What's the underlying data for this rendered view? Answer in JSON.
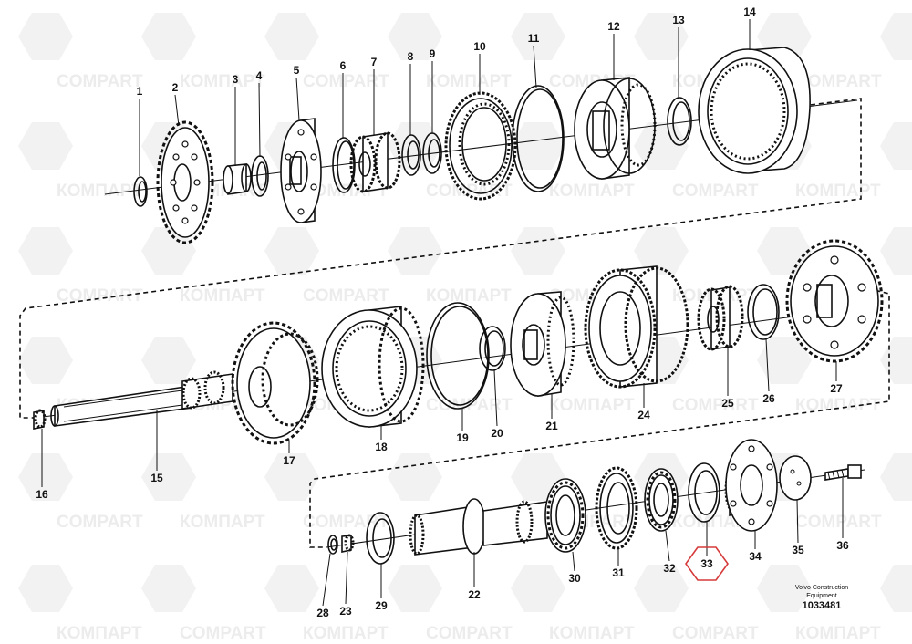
{
  "diagram": {
    "watermarks": [
      "COMPART",
      "КОМПАРТ"
    ],
    "caption": "Volvo Construction Equipment",
    "document_number": "1033481",
    "highlighted_part": "33",
    "parts": [
      {
        "id": "p1",
        "label": "1"
      },
      {
        "id": "p2",
        "label": "2"
      },
      {
        "id": "p3",
        "label": "3"
      },
      {
        "id": "p4",
        "label": "4"
      },
      {
        "id": "p5",
        "label": "5"
      },
      {
        "id": "p6",
        "label": "6"
      },
      {
        "id": "p7",
        "label": "7"
      },
      {
        "id": "p8",
        "label": "8"
      },
      {
        "id": "p9",
        "label": "9"
      },
      {
        "id": "p10",
        "label": "10"
      },
      {
        "id": "p11",
        "label": "11"
      },
      {
        "id": "p12",
        "label": "12"
      },
      {
        "id": "p13",
        "label": "13"
      },
      {
        "id": "p14",
        "label": "14"
      },
      {
        "id": "p15",
        "label": "15"
      },
      {
        "id": "p16",
        "label": "16"
      },
      {
        "id": "p17",
        "label": "17"
      },
      {
        "id": "p18",
        "label": "18"
      },
      {
        "id": "p19",
        "label": "19"
      },
      {
        "id": "p20",
        "label": "20"
      },
      {
        "id": "p21",
        "label": "21"
      },
      {
        "id": "p22",
        "label": "22"
      },
      {
        "id": "p23",
        "label": "23"
      },
      {
        "id": "p24",
        "label": "24"
      },
      {
        "id": "p25",
        "label": "25"
      },
      {
        "id": "p26",
        "label": "26"
      },
      {
        "id": "p27",
        "label": "27"
      },
      {
        "id": "p28",
        "label": "28"
      },
      {
        "id": "p29",
        "label": "29"
      },
      {
        "id": "p30",
        "label": "30"
      },
      {
        "id": "p31",
        "label": "31"
      },
      {
        "id": "p32",
        "label": "32"
      },
      {
        "id": "p33",
        "label": "33"
      },
      {
        "id": "p34",
        "label": "34"
      },
      {
        "id": "p35",
        "label": "35"
      },
      {
        "id": "p36",
        "label": "36"
      }
    ]
  }
}
